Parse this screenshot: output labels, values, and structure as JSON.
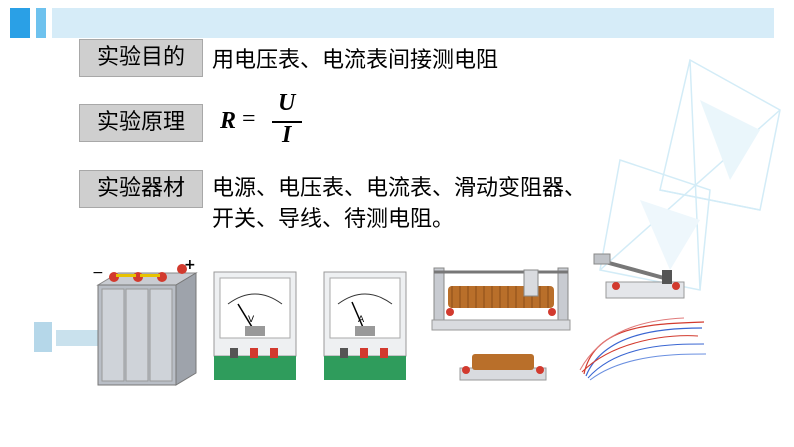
{
  "rows": [
    {
      "label": "实验目的",
      "text": "用电压表、电流表间接测电阻"
    },
    {
      "label": "实验原理"
    },
    {
      "label": "实验器材",
      "text_line1": "电源、电压表、电流表、滑动变阻器、",
      "text_line2": "开关、导线、待测电阻。"
    }
  ],
  "formula": {
    "lhs": "R",
    "eq": "=",
    "numerator": "U",
    "denominator": "I"
  },
  "meters": {
    "voltmeter_symbol": "V",
    "ammeter_symbol": "A"
  },
  "battery": {
    "minus": "−",
    "plus": "+"
  },
  "colors": {
    "accent": "#2aa0e6",
    "band": "#d6ecf8",
    "label_bg": "#cfcfcf"
  }
}
